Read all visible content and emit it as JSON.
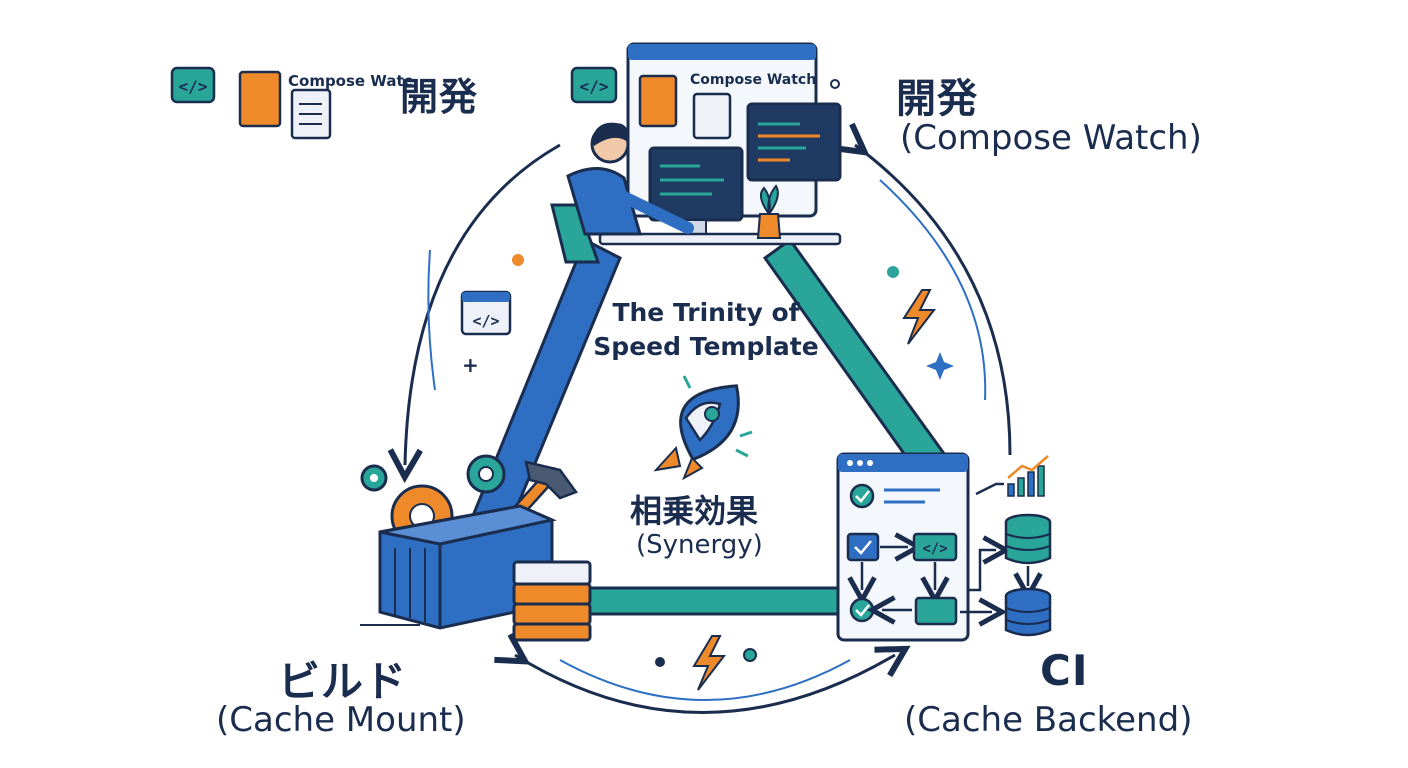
{
  "center": {
    "title_line1": "The Trinity of",
    "title_line2": "Speed Template",
    "synergy_jp": "相乗効果",
    "synergy_en": "(Synergy)"
  },
  "nodes": {
    "dev": {
      "title": "開発",
      "subtitle": "(Compose Watch)"
    },
    "build": {
      "title": "ビルド",
      "subtitle": "(Cache Mount)"
    },
    "ci": {
      "title": "CI",
      "subtitle": "(Cache Backend)"
    }
  },
  "topleft_file_label": "Compose Watc",
  "topleft_title": "開発",
  "monitor_file_label": "Compose Watch",
  "colors": {
    "navy": "#1b2d4f",
    "blue": "#2e6fc4",
    "teal": "#2aa59a",
    "orange": "#ef8a2a"
  }
}
